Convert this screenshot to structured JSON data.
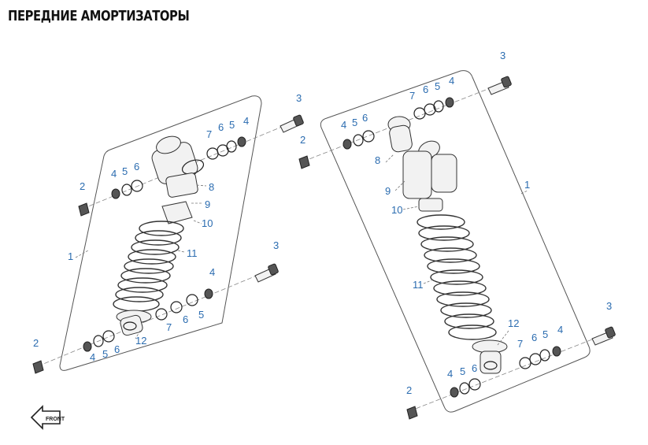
{
  "title": "ПЕРЕДНИЕ АМОРТИЗАТОРЫ",
  "front_label": "FRONT",
  "callouts": {
    "l1": "1",
    "l2a": "2",
    "l2b": "2",
    "l3a": "3",
    "l3b": "3",
    "l4a": "4",
    "l4b": "4",
    "l4c": "4",
    "l4d": "4",
    "l5a": "5",
    "l5b": "5",
    "l5c": "5",
    "l5d": "5",
    "l6a": "6",
    "l6b": "6",
    "l6c": "6",
    "l6d": "6",
    "l7a": "7",
    "l7b": "7",
    "l8": "8",
    "l9": "9",
    "l10": "10",
    "l11": "11",
    "l12": "12",
    "r1": "1",
    "r2a": "2",
    "r2b": "2",
    "r3a": "3",
    "r3b": "3",
    "r4a": "4",
    "r4b": "4",
    "r4c": "4",
    "r4d": "4",
    "r5a": "5",
    "r5b": "5",
    "r5c": "5",
    "r5d": "5",
    "r6a": "6",
    "r6b": "6",
    "r6c": "6",
    "r6d": "6",
    "r7a": "7",
    "r7b": "7",
    "r8": "8",
    "r9": "9",
    "r10": "10",
    "r11": "11",
    "r12": "12"
  }
}
